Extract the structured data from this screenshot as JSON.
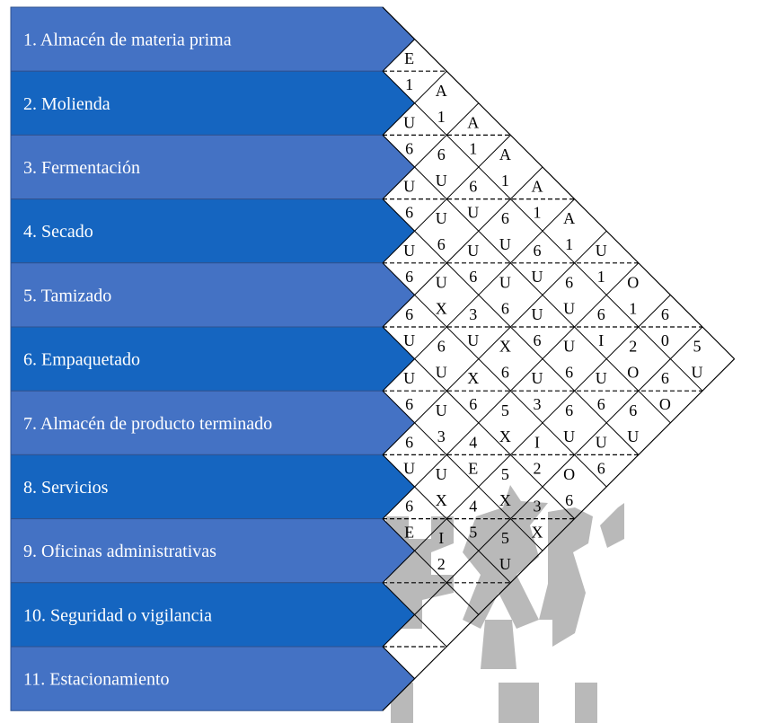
{
  "diagram": {
    "type": "relationship-chart",
    "colors": {
      "arrow_fill": "#4472c4",
      "arrow_fill_dark": "#1565c0",
      "arrow_stroke": "#2f528f",
      "grid": "#000000",
      "text": "#000000",
      "watermark": "#bdbdbd"
    },
    "activities": [
      "1. Almacén de materia prima",
      "2. Molienda",
      "3. Fermentación",
      "4. Secado",
      "5. Tamizado",
      "6. Empaquetado",
      "7. Almacén de producto terminado",
      "8. Servicios",
      "9. Oficinas administrativas",
      "10. Seguridad o vigilancia",
      "11. Estacionamiento"
    ],
    "pairs": [
      [
        "E",
        "1"
      ],
      [
        "A",
        "1"
      ],
      [
        "A",
        "1"
      ],
      [
        "A",
        "1"
      ],
      [
        "A",
        "1"
      ],
      [
        "A",
        "1"
      ],
      [
        "U",
        "1"
      ],
      [
        "O",
        "1"
      ],
      [
        "6",
        "0"
      ],
      [
        "5",
        "U"
      ],
      [
        "U",
        "6"
      ],
      [
        "6",
        "U"
      ],
      [
        "6",
        "U"
      ],
      [
        "6",
        "U"
      ],
      [
        "6",
        "U"
      ],
      [
        "6",
        "U"
      ],
      [
        "6",
        "I"
      ],
      [
        "2",
        "O"
      ],
      [
        "6",
        "O"
      ],
      [
        "U",
        "6"
      ],
      [
        "U",
        "6"
      ],
      [
        "U",
        "6"
      ],
      [
        "U",
        "6"
      ],
      [
        "U",
        "6"
      ],
      [
        "U",
        "6"
      ],
      [
        "U",
        "6"
      ],
      [
        "6",
        "U"
      ],
      [
        "U",
        "6"
      ],
      [
        "U",
        "X"
      ],
      [
        "3",
        "U"
      ],
      [
        "X",
        "6"
      ],
      [
        "U",
        "3"
      ],
      [
        "6",
        "U"
      ],
      [
        "U",
        "6"
      ],
      [
        "6",
        "U"
      ],
      [
        "6",
        "U"
      ],
      [
        "X",
        "6"
      ],
      [
        "5",
        "X"
      ],
      [
        "I",
        "2"
      ],
      [
        "O",
        "6"
      ],
      [
        "U",
        "6"
      ],
      [
        "U",
        "3"
      ],
      [
        "4",
        "E"
      ],
      [
        "5",
        "X"
      ],
      [
        "3",
        "X"
      ],
      [
        "6",
        "U"
      ],
      [
        "U",
        "X"
      ],
      [
        "4",
        "5"
      ],
      [
        "5",
        "U"
      ],
      [
        "6",
        "E"
      ],
      [
        "I",
        "2"
      ]
    ],
    "watermark": "university-crest-watermark"
  }
}
